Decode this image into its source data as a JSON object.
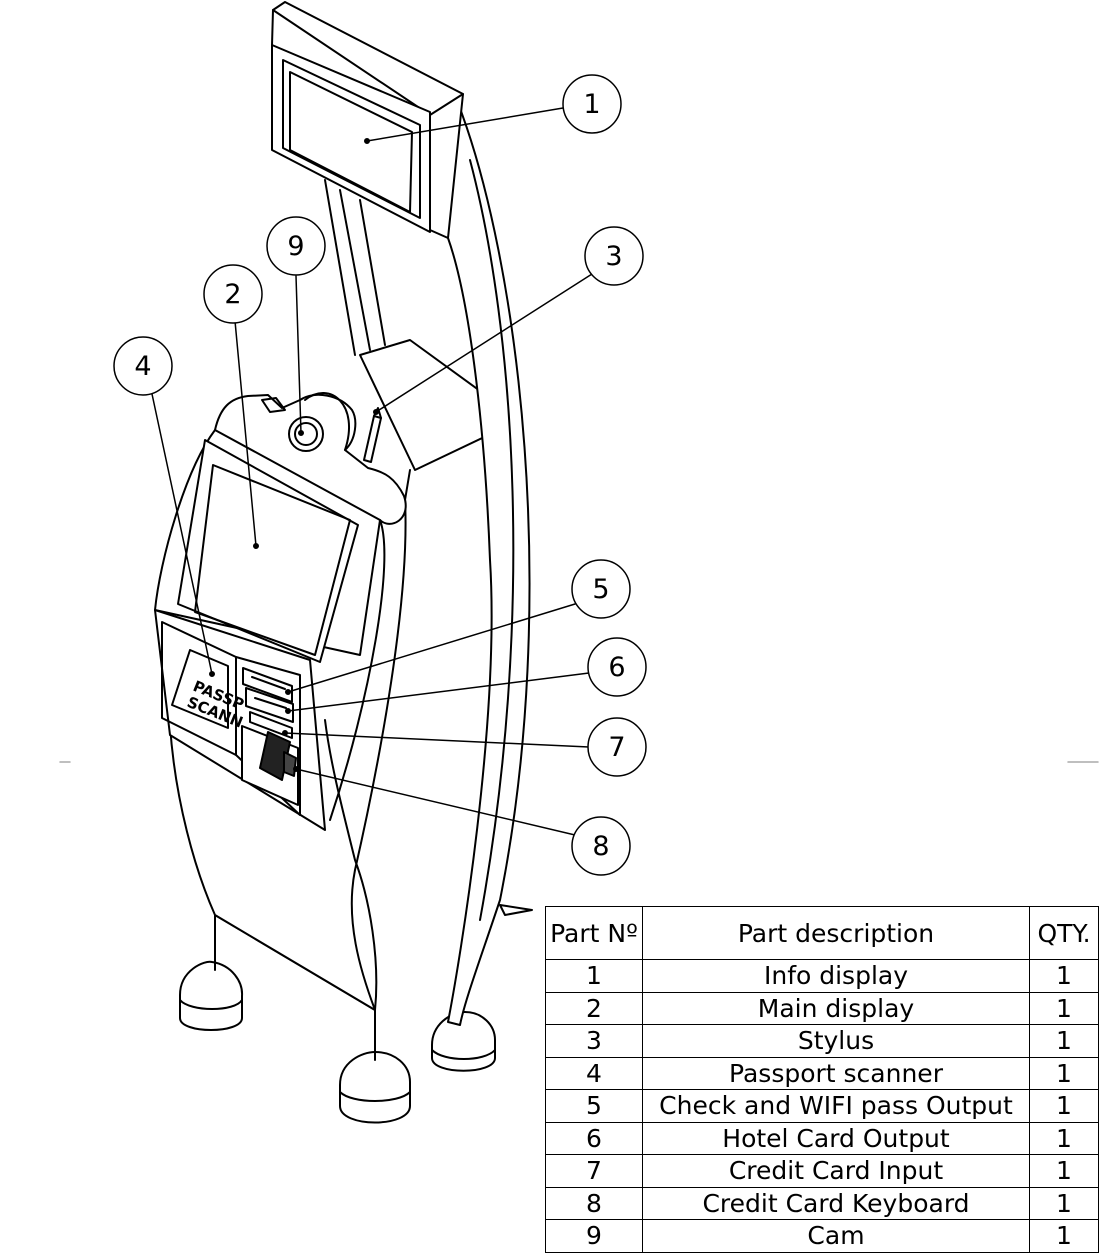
{
  "callouts": [
    {
      "number": "1",
      "target": "info-display"
    },
    {
      "number": "2",
      "target": "main-display"
    },
    {
      "number": "3",
      "target": "stylus"
    },
    {
      "number": "4",
      "target": "passport-scanner"
    },
    {
      "number": "5",
      "target": "check-wifi-output"
    },
    {
      "number": "6",
      "target": "hotel-card-output"
    },
    {
      "number": "7",
      "target": "credit-card-input"
    },
    {
      "number": "8",
      "target": "credit-card-keyboard"
    },
    {
      "number": "9",
      "target": "cam"
    }
  ],
  "passport_label": {
    "line1": "PASSP",
    "line2": "SCANN"
  },
  "table": {
    "headers": {
      "part_no": "Part Nº",
      "description": "Part description",
      "qty": "QTY."
    },
    "rows": [
      {
        "part_no": "1",
        "description": "Info display",
        "qty": "1"
      },
      {
        "part_no": "2",
        "description": "Main display",
        "qty": "1"
      },
      {
        "part_no": "3",
        "description": "Stylus",
        "qty": "1"
      },
      {
        "part_no": "4",
        "description": "Passport scanner",
        "qty": "1"
      },
      {
        "part_no": "5",
        "description": "Check and WIFI pass Output",
        "qty": "1"
      },
      {
        "part_no": "6",
        "description": "Hotel Card Output",
        "qty": "1"
      },
      {
        "part_no": "7",
        "description": "Credit Card Input",
        "qty": "1"
      },
      {
        "part_no": "8",
        "description": "Credit Card Keyboard",
        "qty": "1"
      },
      {
        "part_no": "9",
        "description": "Cam",
        "qty": "1"
      }
    ]
  },
  "colors": {
    "line": "#000000",
    "background": "#ffffff",
    "margin_tick": "#aaaaaa"
  }
}
